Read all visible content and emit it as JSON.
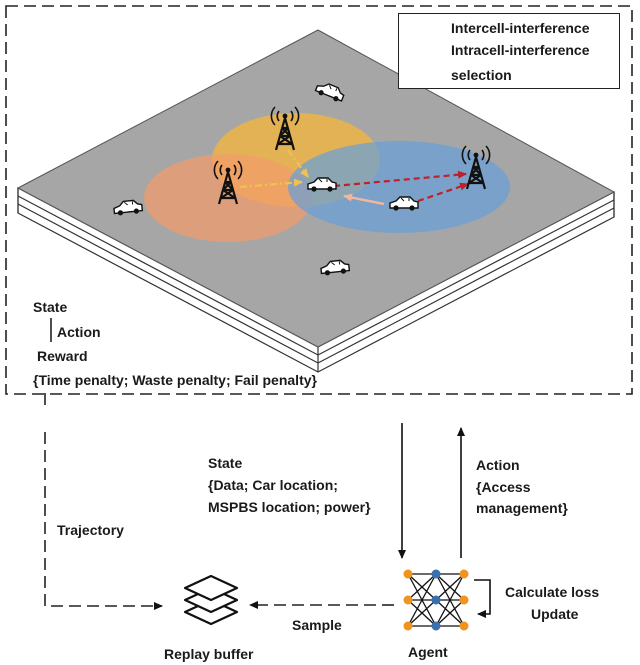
{
  "legend": {
    "items": [
      {
        "label": "Intercell-interference",
        "color": "#f2c250",
        "style": "dash-dot"
      },
      {
        "label": "Intracell-interference",
        "color": "#f5b79a",
        "style": "solid"
      },
      {
        "label": "selection",
        "color": "#c0202a",
        "style": "dashed"
      }
    ]
  },
  "env": {
    "state": "State",
    "action": "Action",
    "reward": "Reward",
    "reward_terms": "{Time penalty; Waste penalty; Fail penalty}"
  },
  "agent_io": {
    "state_title": "State",
    "state_line1": "{Data; Car location;",
    "state_line2": "MSPBS location; power}",
    "action_title": "Action",
    "action_line1": "{Access",
    "action_line2": "management}"
  },
  "trajectory": "Trajectory",
  "agent": {
    "label": "Agent",
    "loss_line1": "Calculate loss",
    "loss_line2": "Update"
  },
  "sample": "Sample",
  "replay_buffer": "Replay buffer",
  "colors": {
    "cell_orange": "#f29b6b",
    "cell_yellow": "#f4b63f",
    "cell_blue": "#6a9fd8",
    "ground": "#a6a6a6",
    "selection": "#c0202a",
    "node_orange": "#f0941e",
    "node_blue": "#3a6fb0"
  }
}
